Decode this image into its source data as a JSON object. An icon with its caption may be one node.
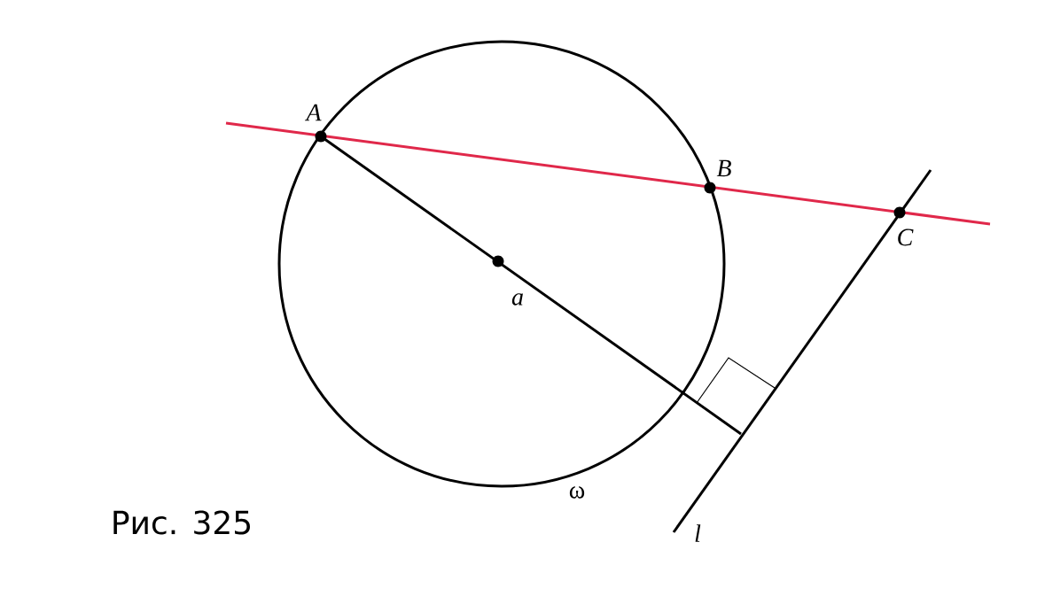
{
  "diagram": {
    "labels": [
      "A",
      "B",
      "C",
      "a",
      "ω",
      "l",
      "Рис. 325"
    ]
  }
}
